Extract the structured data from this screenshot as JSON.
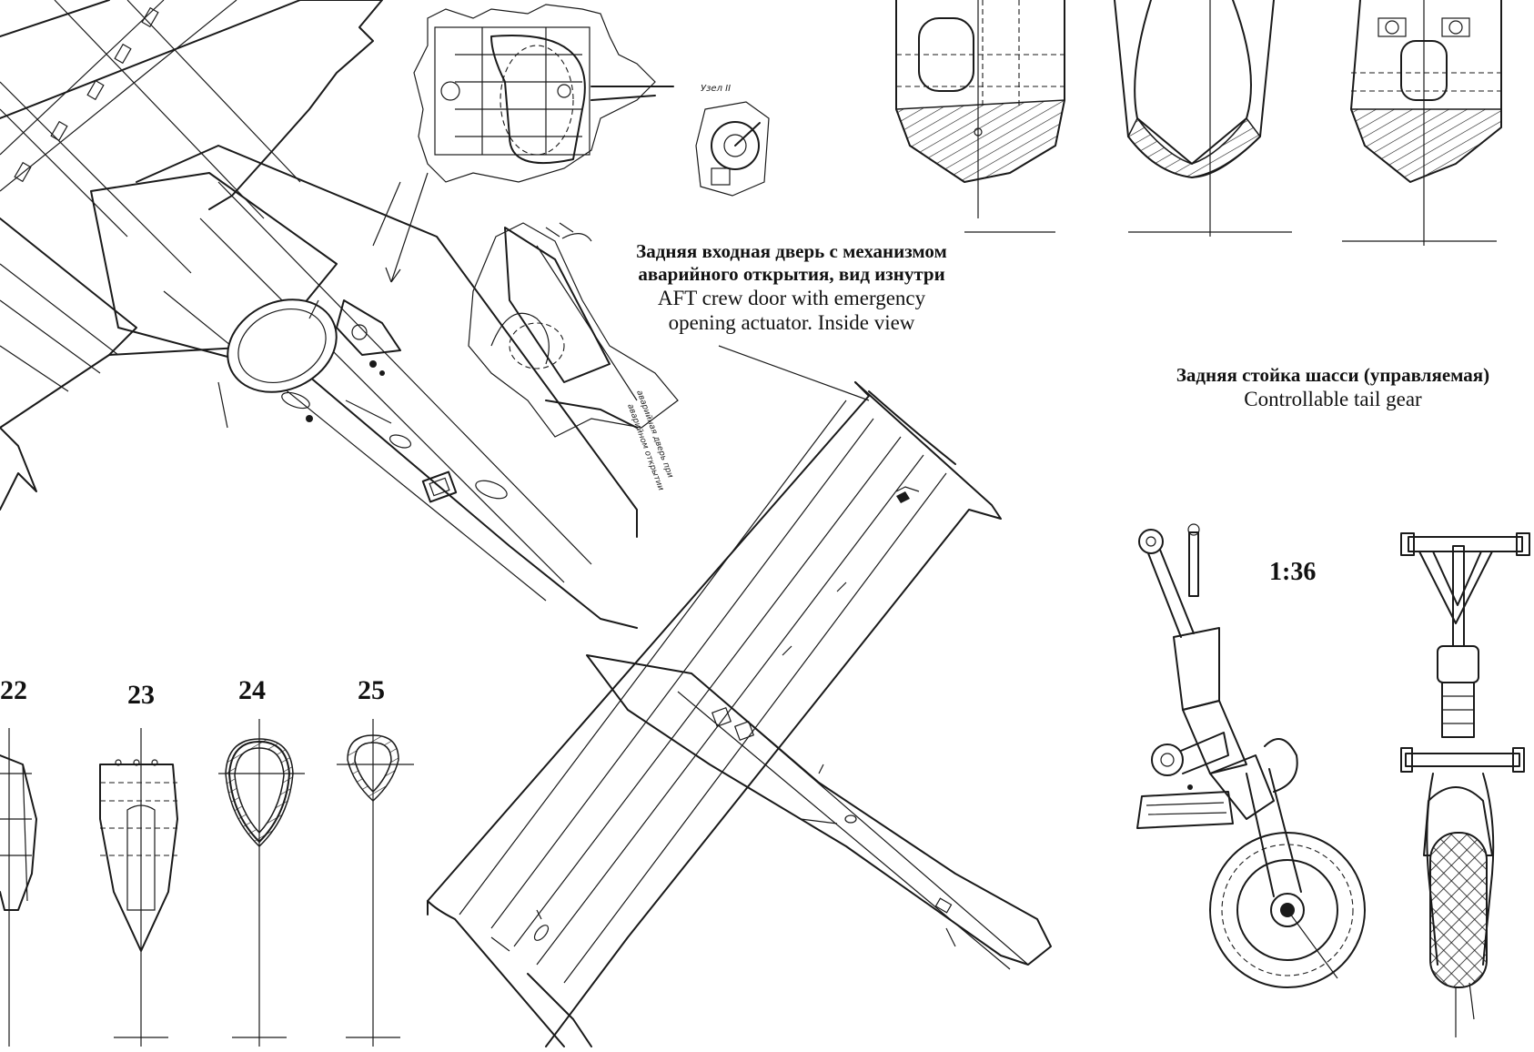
{
  "labels": {
    "door_ru_1": "Задняя входная дверь с механизмом",
    "door_ru_2": "аварийного открытия, вид изнутри",
    "door_en_1": "AFT crew door with emergency",
    "door_en_2": "opening actuator. Inside view",
    "gear_ru": "Задняя стойка шасси (управляемая)",
    "gear_en": "Controllable tail gear",
    "scale": "1:36",
    "node_label": "Узел II"
  },
  "sections": [
    "22",
    "23",
    "24",
    "25"
  ],
  "colors": {
    "ink": "#1a1a1a",
    "paper": "#ffffff"
  }
}
